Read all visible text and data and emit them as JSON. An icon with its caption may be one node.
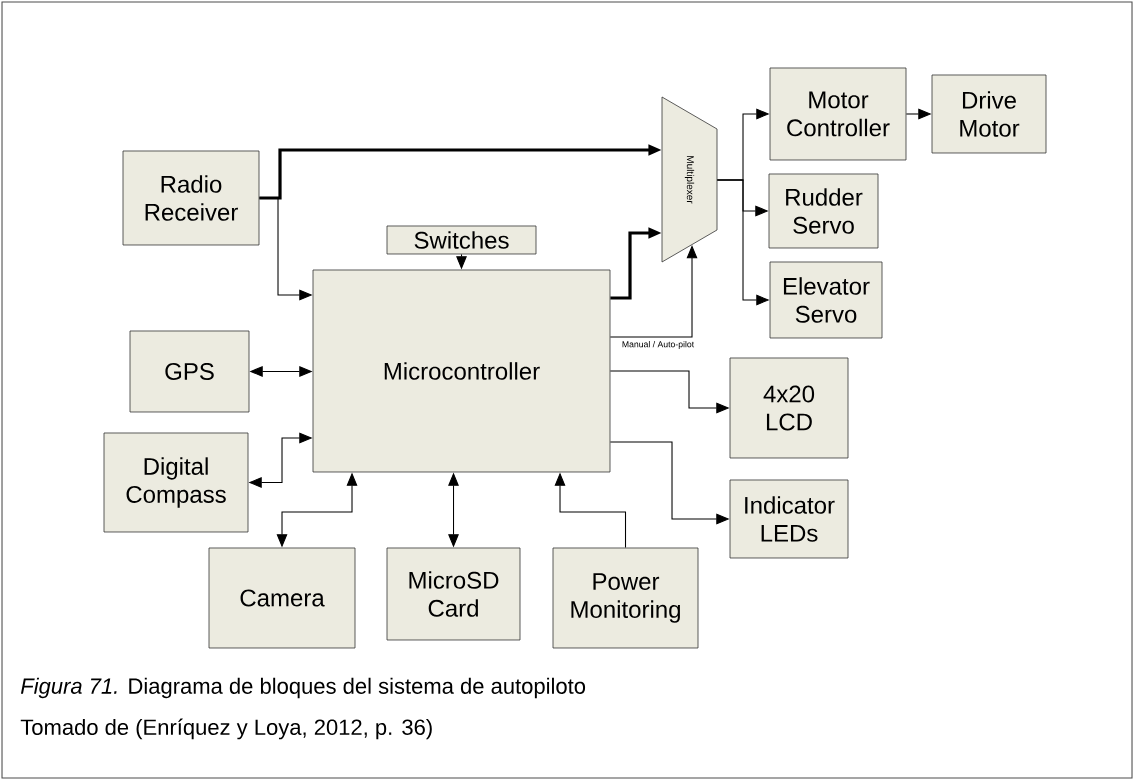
{
  "diagram": {
    "caption": "*Figura 71.* Diagrama de bloques del sistema de autopiloto",
    "nodes": [
      {
        "text": [
          "Radio Receiver"
        ]
      },
      {
        "text": [
          "Switches"
        ]
      },
      {
        "text": [
          "Microcontroller"
        ]
      },
      {
        "text": [
          "Multiplexer"
        ]
      },
      {
        "text": [
          "Motor Controller"
        ]
      },
      {
        "text": [
          "Drive Motor"
        ]
      },
      {
        "text": [
          "Rudder Servo"
        ]
      },
      {
        "text": [
          "Elevator Servo"
        ]
      },
      {
        "text": [
          "GPS"
        ]
      },
      {
        "text": [
          "Digital Compass"
        ]
      },
      {
        "text": [
          "4x20 LCD"
        ]
      },
      {
        "text": [
          "Indicator LEDs"
        ]
      },
      {
        "text": [
          "Camera"
        ]
      },
      {
        "text": [
          "MicroSD Card"
        ]
      },
      {
        "text": [
          "Power Monitoring"
        ]
      }
    ],
    "edges": [
      {
        "from": 0,
        "to": 3,
        "arrow": "to",
        "style": "thick"
      },
      {
        "from": 0,
        "to": 2,
        "arrow": "to"
      },
      {
        "from": 1,
        "to": 2,
        "arrow": "to"
      },
      {
        "from": 2,
        "to": 3,
        "arrow": "to",
        "style": "thick"
      },
      {
        "from": 2,
        "to": 3,
        "arrow": "to",
        "label": "Manual / Auto-pilot"
      },
      {
        "from": 3,
        "to": 4,
        "arrow": "to"
      },
      {
        "from": 3,
        "to": 6,
        "arrow": "to"
      },
      {
        "from": 3,
        "to": 7,
        "arrow": "to"
      },
      {
        "from": 4,
        "to": 5,
        "arrow": "to"
      },
      {
        "from": 8,
        "to": 2,
        "arrow": "both"
      },
      {
        "from": 9,
        "to": 2,
        "arrow": "both"
      },
      {
        "from": 12,
        "to": 2,
        "arrow": "both"
      },
      {
        "from": 13,
        "to": 2,
        "arrow": "both"
      },
      {
        "from": 14,
        "to": 2,
        "arrow": "to"
      },
      {
        "from": 2,
        "to": 10,
        "arrow": "to"
      },
      {
        "from": 2,
        "to": 11,
        "arrow": "to"
      }
    ],
    "labels": [
      "Tomado de (Enríquez y Loya, 2012, p. 36)"
    ]
  }
}
